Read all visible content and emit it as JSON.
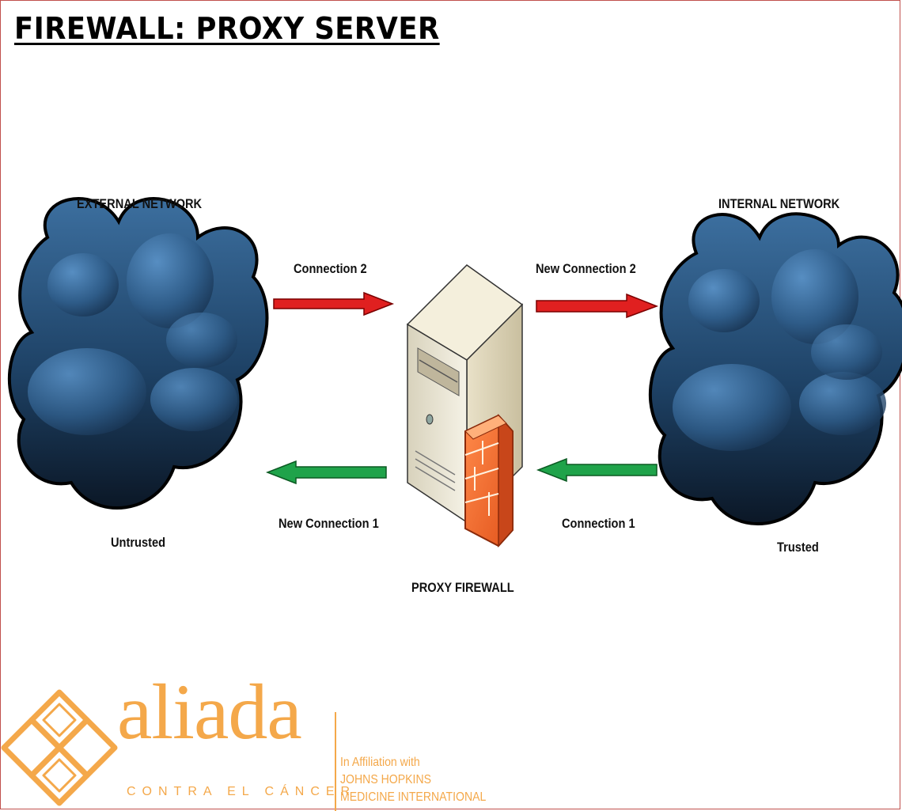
{
  "title": "FIREWALL: PROXY SERVER",
  "labels": {
    "external_network": "EXTERNAL NETWORK",
    "internal_network": "INTERNAL NETWORK",
    "untrusted": "Untrusted",
    "trusted": "Trusted",
    "proxy_firewall": "PROXY FIREWALL",
    "connection_2": "Connection 2",
    "new_connection_2": "New Connection 2",
    "new_connection_1": "New Connection 1",
    "connection_1": "Connection 1"
  },
  "arrows": {
    "outbound_color": "#e02020",
    "inbound_color": "#1fa34a"
  },
  "icons": {
    "external_cloud": "cloud-icon",
    "internal_cloud": "cloud-icon",
    "server": "server-tower-icon",
    "firewall": "brick-wall-icon",
    "logo_knot": "knot-logo-icon"
  },
  "logo": {
    "word": "aliada",
    "tagline": "CONTRA EL CÁNCER",
    "affiliation_line1": "In Affiliation with",
    "affiliation_line2": "JOHNS HOPKINS",
    "affiliation_line3": "MEDICINE INTERNATIONAL",
    "color": "#f4a84a"
  },
  "colors": {
    "frame_border": "#c0504d",
    "cloud_dark": "#0c1a2b",
    "cloud_light": "#4f86bd"
  }
}
